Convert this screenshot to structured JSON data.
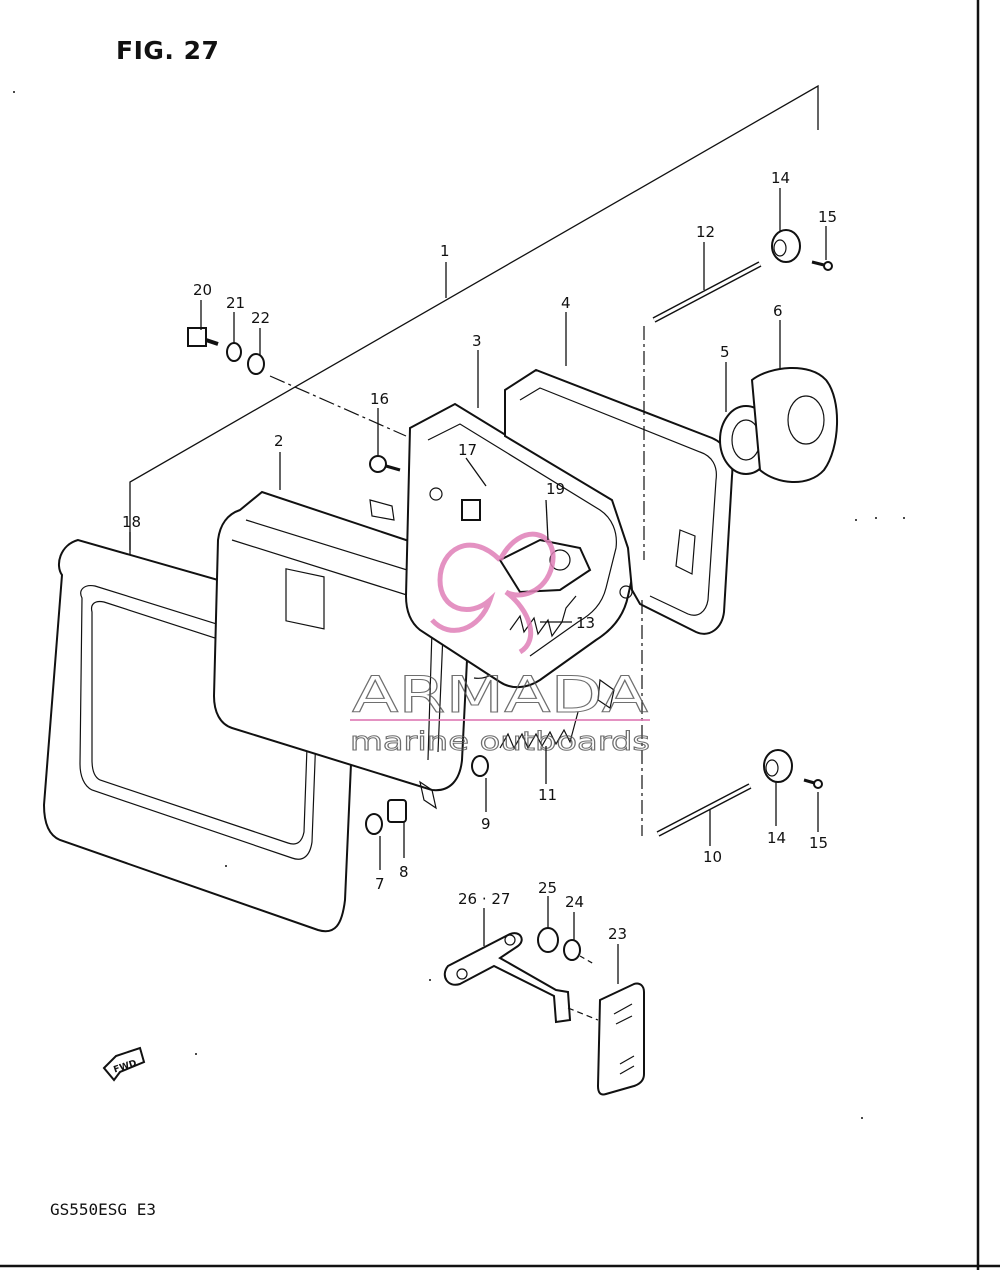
{
  "figure": {
    "title": "FIG. 27",
    "model_code": "GS550ESG E3",
    "fwd_label": "FWD"
  },
  "watermark": {
    "brand": "ARMADA",
    "tagline": "marine outboards"
  },
  "callouts": [
    {
      "id": "c1",
      "text": "1"
    },
    {
      "id": "c2",
      "text": "2"
    },
    {
      "id": "c3",
      "text": "3"
    },
    {
      "id": "c4",
      "text": "4"
    },
    {
      "id": "c5",
      "text": "5"
    },
    {
      "id": "c6",
      "text": "6"
    },
    {
      "id": "c7",
      "text": "7"
    },
    {
      "id": "c8",
      "text": "8"
    },
    {
      "id": "c9",
      "text": "9"
    },
    {
      "id": "c10",
      "text": "10"
    },
    {
      "id": "c11",
      "text": "11"
    },
    {
      "id": "c12",
      "text": "12"
    },
    {
      "id": "c13",
      "text": "13"
    },
    {
      "id": "c14a",
      "text": "14"
    },
    {
      "id": "c14b",
      "text": "14"
    },
    {
      "id": "c15a",
      "text": "15"
    },
    {
      "id": "c15b",
      "text": "15"
    },
    {
      "id": "c16",
      "text": "16"
    },
    {
      "id": "c17",
      "text": "17"
    },
    {
      "id": "c18",
      "text": "18"
    },
    {
      "id": "c19",
      "text": "19"
    },
    {
      "id": "c20",
      "text": "20"
    },
    {
      "id": "c21",
      "text": "21"
    },
    {
      "id": "c22",
      "text": "22"
    },
    {
      "id": "c23",
      "text": "23"
    },
    {
      "id": "c24",
      "text": "24"
    },
    {
      "id": "c25",
      "text": "25"
    },
    {
      "id": "c2627",
      "text": "26 · 27"
    }
  ]
}
